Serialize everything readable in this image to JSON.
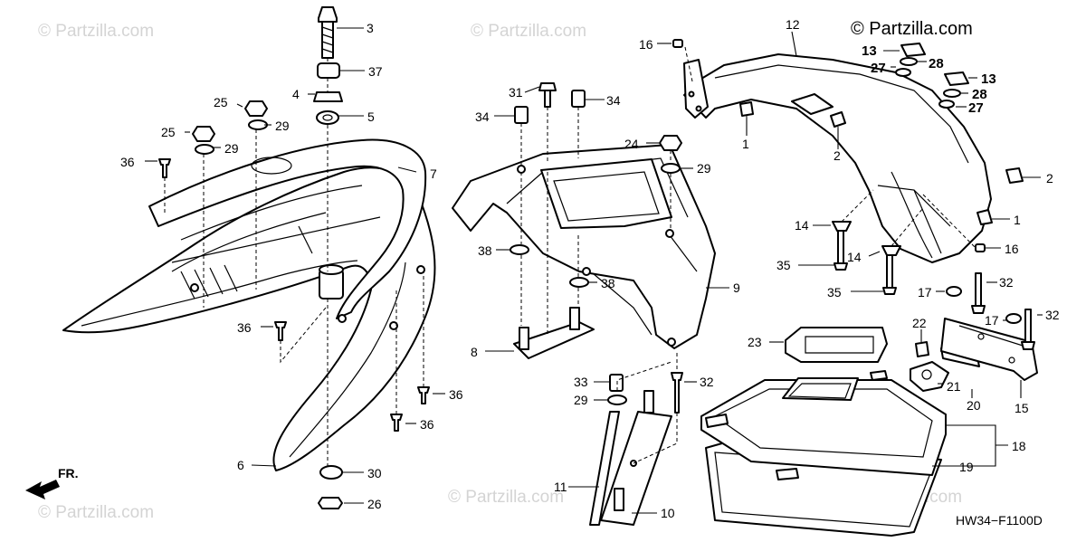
{
  "watermark": {
    "main_text": "© Partzilla.com",
    "faint_text": "© Partzilla.com"
  },
  "diagram_code": "HW34−F1100D",
  "direction_label": "FR.",
  "callouts": {
    "c1": "1",
    "c2": "2",
    "c3": "3",
    "c4": "4",
    "c5": "5",
    "c6": "6",
    "c7": "7",
    "c8": "8",
    "c9": "9",
    "c10": "10",
    "c11": "11",
    "c12": "12",
    "c13": "13",
    "c14": "14",
    "c15": "15",
    "c16": "16",
    "c17": "17",
    "c18": "18",
    "c19": "19",
    "c20": "20",
    "c21": "21",
    "c22": "22",
    "c23": "23",
    "c24": "24",
    "c25": "25",
    "c26": "26",
    "c27": "27",
    "c28": "28",
    "c29": "29",
    "c30": "30",
    "c31": "31",
    "c32": "32",
    "c33": "33",
    "c34": "34",
    "c35": "35",
    "c36": "36",
    "c37": "37",
    "c38": "38"
  }
}
